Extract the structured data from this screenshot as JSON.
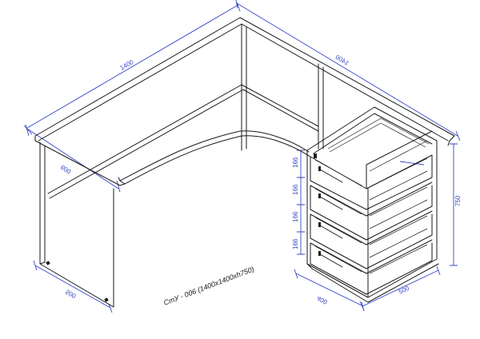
{
  "title": "СтУ - 006 (1400х1400хh750)",
  "dimensions": {
    "top_left_width": "1400",
    "top_right_width": "1400",
    "left_depth": "600",
    "leg_depth": "500",
    "height": "750",
    "pedestal_depth": "400",
    "pedestal_width": "500",
    "drawer_heights": [
      "166",
      "166",
      "166",
      "166"
    ]
  },
  "colors": {
    "line": "#1a1a1a",
    "dimension": "#3346c8",
    "background": "#ffffff"
  }
}
